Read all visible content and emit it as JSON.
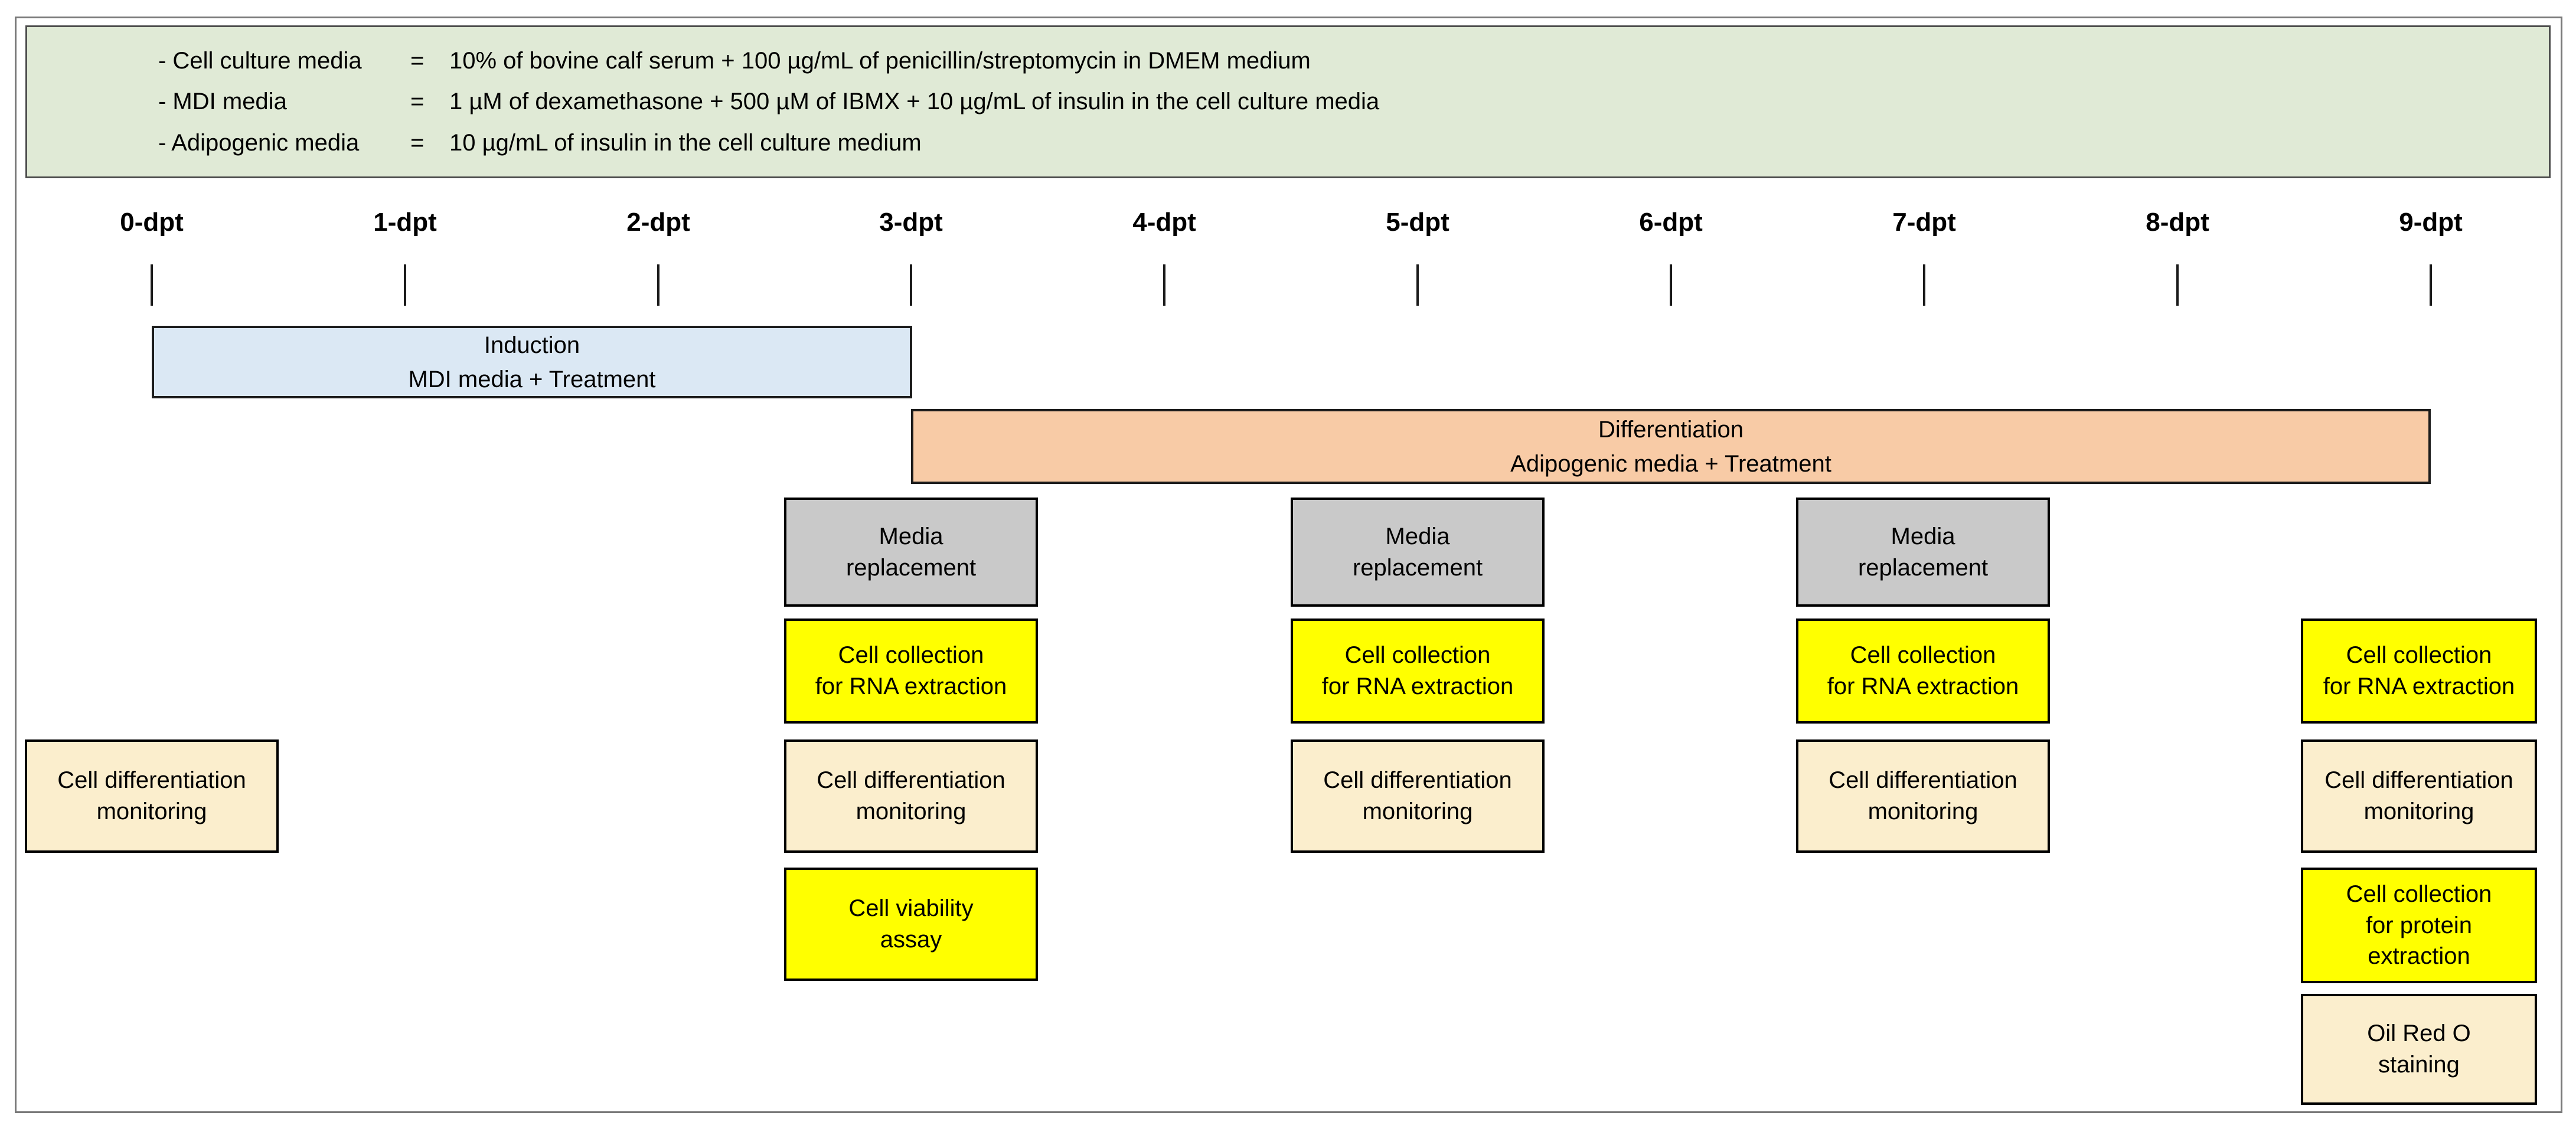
{
  "legend": {
    "items": [
      {
        "label": "- Cell culture media",
        "equals": "=",
        "desc": "10% of bovine calf serum + 100 µg/mL of penicillin/streptomycin in DMEM medium"
      },
      {
        "label": "- MDI media",
        "equals": "=",
        "desc": "1 µM of dexamethasone + 500 µM of IBMX + 10 µg/mL of insulin in the cell culture media"
      },
      {
        "label": "- Adipogenic media",
        "equals": "=",
        "desc": "10 µg/mL of insulin in the cell culture medium"
      }
    ]
  },
  "timeline": {
    "ticks": [
      "0-dpt",
      "1-dpt",
      "2-dpt",
      "3-dpt",
      "4-dpt",
      "5-dpt",
      "6-dpt",
      "7-dpt",
      "8-dpt",
      "9-dpt"
    ]
  },
  "phases": {
    "induction": {
      "title": "Induction",
      "subtitle": "MDI media + Treatment",
      "start": "0-dpt",
      "end": "3-dpt"
    },
    "differentiation": {
      "title": "Differentiation",
      "subtitle": "Adipogenic media + Treatment",
      "start": "3-dpt",
      "end": "9-dpt"
    }
  },
  "columns": [
    {
      "day": "0-dpt",
      "boxes": [
        {
          "kind": "cell-differentiation-monitoring",
          "text": "Cell differentiation\nmonitoring"
        }
      ]
    },
    {
      "day": "3-dpt",
      "boxes": [
        {
          "kind": "media-replacement",
          "text": "Media\nreplacement"
        },
        {
          "kind": "cell-collection-rna",
          "text": "Cell collection\nfor RNA extraction"
        },
        {
          "kind": "cell-differentiation-monitoring",
          "text": "Cell differentiation\nmonitoring"
        },
        {
          "kind": "cell-viability-assay",
          "text": "Cell viability\nassay"
        }
      ]
    },
    {
      "day": "5-dpt",
      "boxes": [
        {
          "kind": "media-replacement",
          "text": "Media\nreplacement"
        },
        {
          "kind": "cell-collection-rna",
          "text": "Cell collection\nfor RNA extraction"
        },
        {
          "kind": "cell-differentiation-monitoring",
          "text": "Cell differentiation\nmonitoring"
        }
      ]
    },
    {
      "day": "7-dpt",
      "boxes": [
        {
          "kind": "media-replacement",
          "text": "Media\nreplacement"
        },
        {
          "kind": "cell-collection-rna",
          "text": "Cell collection\nfor RNA extraction"
        },
        {
          "kind": "cell-differentiation-monitoring",
          "text": "Cell differentiation\nmonitoring"
        }
      ]
    },
    {
      "day": "9-dpt",
      "boxes": [
        {
          "kind": "cell-collection-rna",
          "text": "Cell collection\nfor RNA extraction"
        },
        {
          "kind": "cell-differentiation-monitoring",
          "text": "Cell differentiation\nmonitoring"
        },
        {
          "kind": "cell-collection-protein",
          "text": "Cell collection\nfor protein\nextraction"
        },
        {
          "kind": "oil-red-o-staining",
          "text": "Oil Red O\nstaining"
        }
      ]
    }
  ],
  "colors": {
    "legend_bg": "#e0ead6",
    "induction_fill": "#dbe8f4",
    "differentiation_fill": "#f8cba6",
    "media_replacement_fill": "#c9c9c9",
    "assay_collection_fill": "#ffff00",
    "monitoring_fill": "#fbeecd",
    "border_dark": "#000000",
    "figure_border": "#7a7a7a"
  }
}
